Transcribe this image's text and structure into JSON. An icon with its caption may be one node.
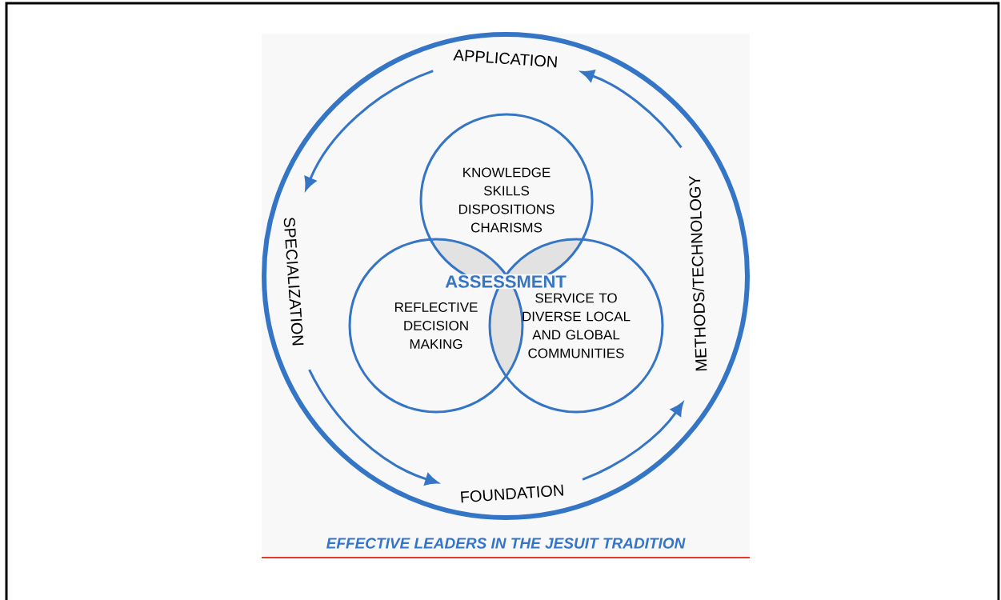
{
  "diagram": {
    "caption": "EFFECTIVE LEADERS IN THE JESUIT TRADITION",
    "nodes": [
      {
        "text": [
          "APPLICATION"
        ]
      },
      {
        "text": [
          "KNOWLEDGE",
          "SKILLS",
          "DISPOSITIONS",
          "CHARISMS"
        ]
      },
      {
        "text": [
          "SPECIALIZATION"
        ]
      },
      {
        "text": [
          "METHODS/TECHNOLOGY"
        ]
      },
      {
        "text": [
          "REFLECTIVE DECISION MAKING"
        ]
      },
      {
        "text": [
          "SERVICE TO DIVERSE LOCAL AND GLOBAL COMMUNITIES"
        ]
      },
      {
        "text": [
          "FOUNDATION"
        ]
      }
    ],
    "edges": [
      {
        "from": 3,
        "to": 0,
        "arrow": "to"
      },
      {
        "from": 0,
        "to": 2,
        "arrow": "to"
      },
      {
        "from": 2,
        "to": 6,
        "arrow": "to"
      },
      {
        "from": 6,
        "to": 3,
        "arrow": "to"
      }
    ],
    "labels": [
      "ASSESSMENT"
    ]
  }
}
